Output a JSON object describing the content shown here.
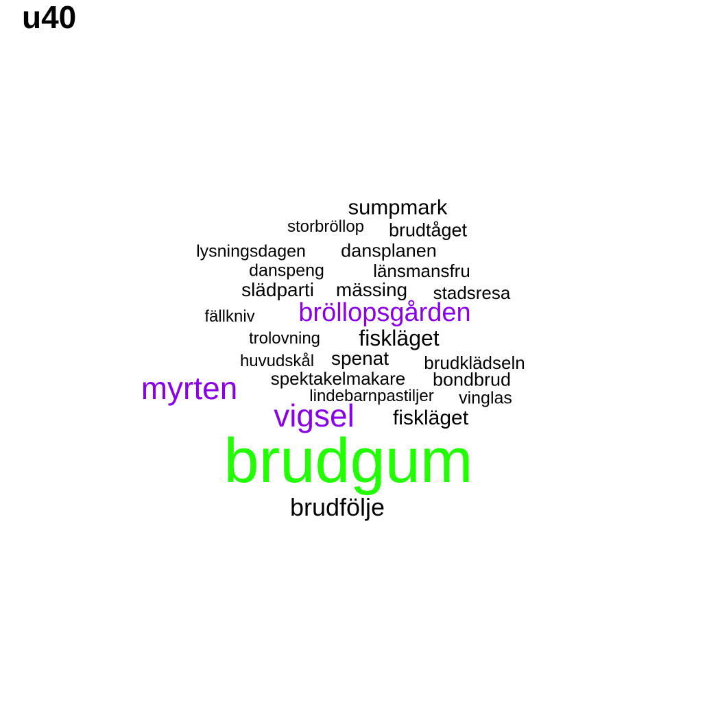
{
  "panel_title": "u40",
  "colors": {
    "high": "#22ff00",
    "mid": "#8800e6",
    "low": "#000000"
  },
  "words": [
    {
      "text": "brudgum",
      "tier": "high"
    },
    {
      "text": "myrten",
      "tier": "mid"
    },
    {
      "text": "vigsel",
      "tier": "mid"
    },
    {
      "text": "bröllopsgården",
      "tier": "mid"
    },
    {
      "text": "brudfölje",
      "tier": "low"
    },
    {
      "text": "fiskläget",
      "tier": "low"
    },
    {
      "text": "fiskläget",
      "tier": "low"
    },
    {
      "text": "sumpmark",
      "tier": "low"
    },
    {
      "text": "storbröllop",
      "tier": "low"
    },
    {
      "text": "brudtåget",
      "tier": "low"
    },
    {
      "text": "lysningsdagen",
      "tier": "low"
    },
    {
      "text": "dansplanen",
      "tier": "low"
    },
    {
      "text": "danspeng",
      "tier": "low"
    },
    {
      "text": "länsmansfru",
      "tier": "low"
    },
    {
      "text": "slädparti",
      "tier": "low"
    },
    {
      "text": "mässing",
      "tier": "low"
    },
    {
      "text": "stadsresa",
      "tier": "low"
    },
    {
      "text": "fällkniv",
      "tier": "low"
    },
    {
      "text": "trolovning",
      "tier": "low"
    },
    {
      "text": "huvudskål",
      "tier": "low"
    },
    {
      "text": "spenat",
      "tier": "low"
    },
    {
      "text": "brudklädseln",
      "tier": "low"
    },
    {
      "text": "spektakelmakare",
      "tier": "low"
    },
    {
      "text": "bondbrud",
      "tier": "low"
    },
    {
      "text": "lindebarnpastiljer",
      "tier": "low"
    },
    {
      "text": "vinglas",
      "tier": "low"
    }
  ]
}
